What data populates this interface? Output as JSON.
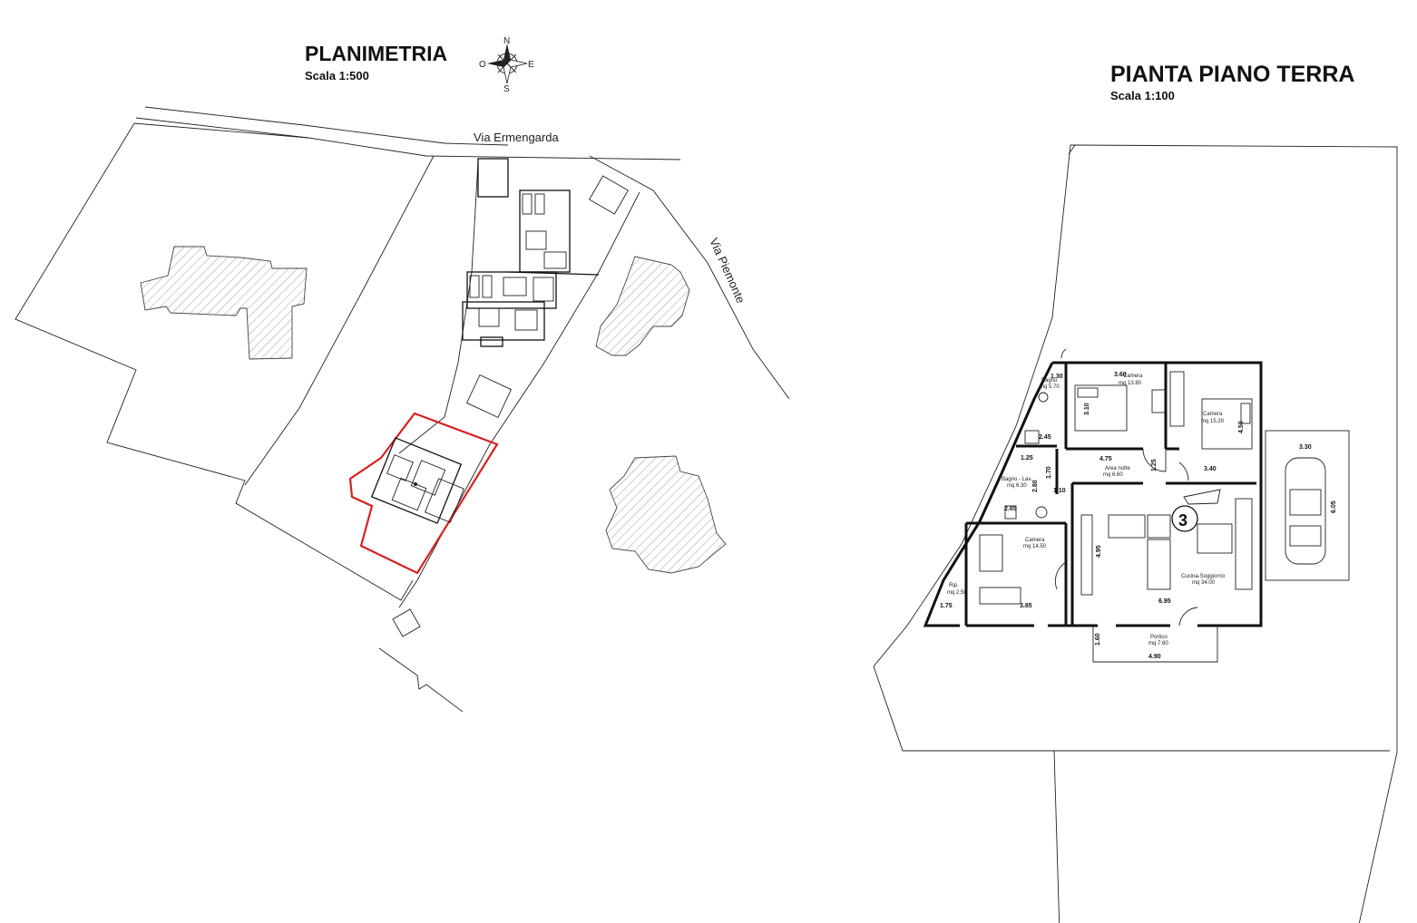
{
  "site_plan": {
    "title": "PLANIMETRIA",
    "scale": "Scala 1:500",
    "compass": {
      "n": "N",
      "s": "S",
      "e": "E",
      "w": "O"
    },
    "streets": [
      "Via Ermengarda",
      "Via Piemonte"
    ]
  },
  "floor_plan": {
    "title": "PIANTA PIANO TERRA",
    "scale": "Scala 1:100",
    "unit_number": "3",
    "rooms": [
      {
        "name": "Bagno",
        "area": "mq 5.70"
      },
      {
        "name": "Camera",
        "area": "mq 13.80"
      },
      {
        "name": "Camera",
        "area": "mq 15.20"
      },
      {
        "name": "Area notte",
        "area": "mq 6.60"
      },
      {
        "name": "Bagno - Lav.",
        "area": "mq 6.30"
      },
      {
        "name": "Camera",
        "area": "mq 14.50"
      },
      {
        "name": "Cucina-Soggiorno",
        "area": "mq 34.00"
      },
      {
        "name": "Rip.",
        "area": "mq 2.50"
      },
      {
        "name": "Portico",
        "area": "mq 7.60"
      }
    ],
    "dimensions": [
      "1.30",
      "3.60",
      "3.10",
      "4.50",
      "2.45",
      "1.25",
      "4.75",
      "1.25",
      "3.40",
      "1.70",
      "2.80",
      "1.10",
      "2.65",
      "4.95",
      "3.85",
      "6.95",
      "1.75",
      "1.60",
      "4.90",
      "3.30",
      "6.05"
    ]
  },
  "colors": {
    "lot_boundary": "#d62020",
    "line": "#222222"
  }
}
